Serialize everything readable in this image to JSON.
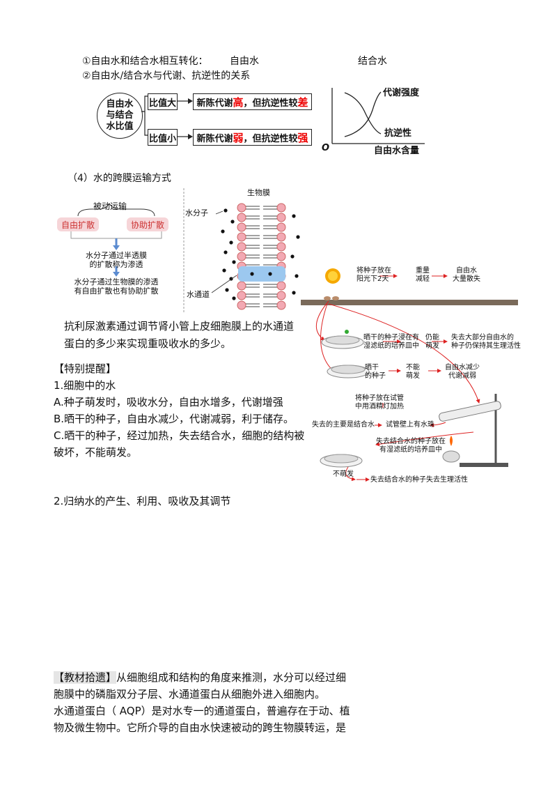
{
  "top": {
    "line1": "①自由水和结合水相互转化：",
    "free_water": "自由水",
    "bound_water": "结合水",
    "line2": "②自由水/结合水与代谢、抗逆性的关系"
  },
  "ratio_diagram": {
    "center_label": [
      "自由水",
      "与结合",
      "水比值"
    ],
    "high": "比值大",
    "low": "比值小",
    "high_result": {
      "pre": "新陈代谢",
      "word1": "高",
      "mid": "，但抗逆性较",
      "word2": "差"
    },
    "low_result": {
      "pre": "新陈代谢",
      "word1": "弱",
      "mid": "，但抗逆性较",
      "word2": "强"
    },
    "red_color": "#e00000"
  },
  "curve_chart": {
    "metabolism": "代谢强度",
    "resistance": "抗逆性",
    "origin": "O",
    "xlabel": "自由水含量"
  },
  "section4": {
    "title": "（4）水的跨膜运输方式",
    "passive": "被动运输",
    "free_diffusion": "自由扩散",
    "assisted_diffusion": "协助扩散",
    "osmosis": [
      "水分子通过半透膜",
      "的扩散称为渗透"
    ],
    "membrane_osmosis": [
      "水分子通过生物膜的渗透",
      "有自由扩散也有协助扩散"
    ],
    "membrane": "生物膜",
    "water_molecule": "水分子",
    "water_channel": "水通道"
  },
  "paragraph_adh": "抗利尿激素通过调节肾小管上皮细胞膜上的水通道蛋白的多少来实现重吸收水的多少。",
  "reminder": {
    "header": "【特别提醒】",
    "item1": "1.细胞中的水",
    "a": "A.种子萌发时，吸收水分，自由水增多，代谢增强",
    "b": "B.晒干的种子，自由水减少，代谢减弱，利于储存。",
    "c1": "C.晒干的种子，经过加热，失去结合水，细胞的结构被",
    "c2": "破坏，不能萌发。",
    "item2": "2.归纳水的产生、利用、吸收及其调节"
  },
  "seed_diagram": {
    "sun_text": [
      "将种子放在",
      "阳光下2天"
    ],
    "weight": [
      "重量",
      "减轻"
    ],
    "free_lost": [
      "自由水",
      "大量散失"
    ],
    "dish1": [
      "晒干的种子浸在有",
      "湿滤纸的培养皿中"
    ],
    "can_sprout": [
      "仍能",
      "萌发"
    ],
    "retain": [
      "失去大部分自由水的",
      "种子仍保持其生理活性"
    ],
    "dried": [
      "晒干",
      "的种子"
    ],
    "cannot": [
      "不能",
      "萌发"
    ],
    "reduce": [
      "自由水减少",
      "代谢减弱"
    ],
    "heat": [
      "将种子放在试管",
      "中用酒精灯加热"
    ],
    "lost_mainly": "失去的主要是结合水",
    "droplets": "试管壁上有水珠",
    "bound_lost": [
      "失去结合水的种子放在",
      "有湿滤纸的培养皿中"
    ],
    "no_sprout": "不萌发",
    "no_activity": "失去结合水的种子失去生理活性"
  },
  "textbook": {
    "header": "【教材拾遗】",
    "line1": "从细胞组成和结构的角度来推测，水分可以经过细",
    "line2": "胞膜中的磷脂双分子层、水通道蛋白从细胞外进入细胞内。",
    "line3": "水通道蛋白（ AQP）是对水专一的通道蛋白，普遍存在于动、植",
    "line4": "物及微生物中。它所介导的自由水快速被动的跨生物膜转运，是"
  }
}
